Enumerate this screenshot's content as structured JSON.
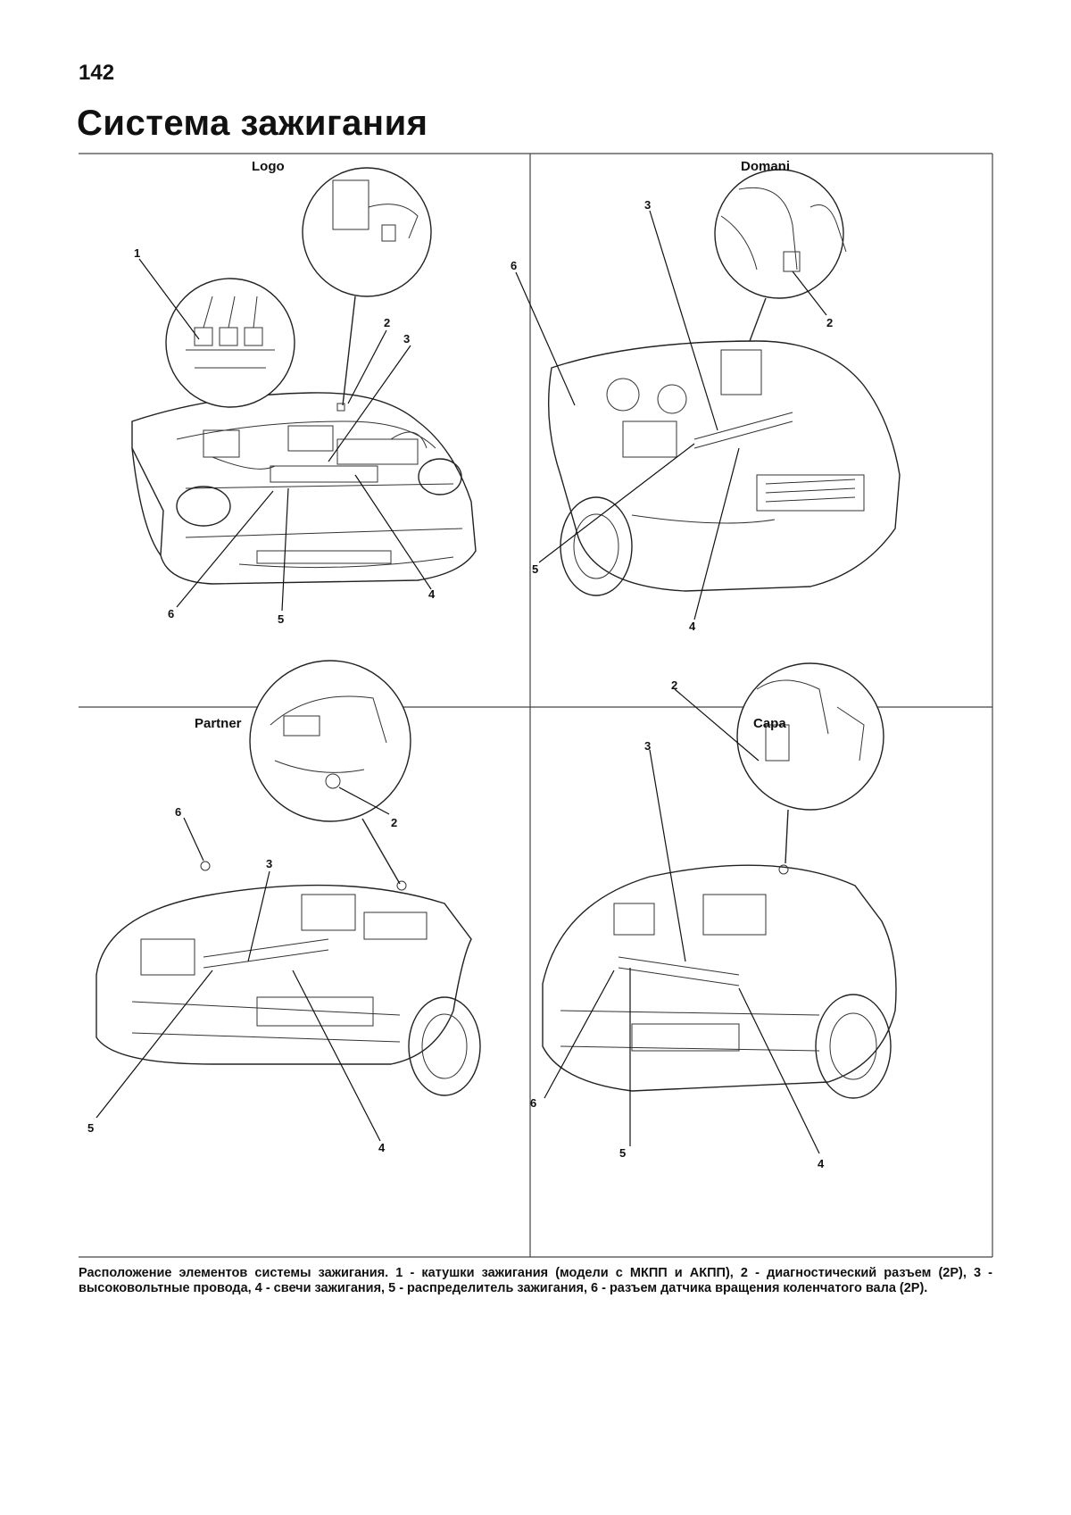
{
  "page": {
    "number": "142",
    "title": "Система зажигания"
  },
  "panels": [
    {
      "label": "Logo",
      "callouts": [
        "1",
        "2",
        "3",
        "4",
        "5",
        "6"
      ]
    },
    {
      "label": "Domani",
      "callouts": [
        "2",
        "3",
        "4",
        "5",
        "6"
      ]
    },
    {
      "label": "Partner",
      "callouts": [
        "2",
        "3",
        "4",
        "5",
        "6"
      ]
    },
    {
      "label": "Capa",
      "callouts": [
        "2",
        "3",
        "4",
        "5",
        "6"
      ]
    }
  ],
  "caption": "Расположение элементов системы зажигания. 1 - катушки зажигания (модели с МКПП и АКПП), 2 - диагностический разъем (2Р), 3 - высоковольтные провода, 4 - свечи зажигания, 5 - распределитель зажигания, 6 - разъем датчика вращения коленчатого вала (2Р)."
}
